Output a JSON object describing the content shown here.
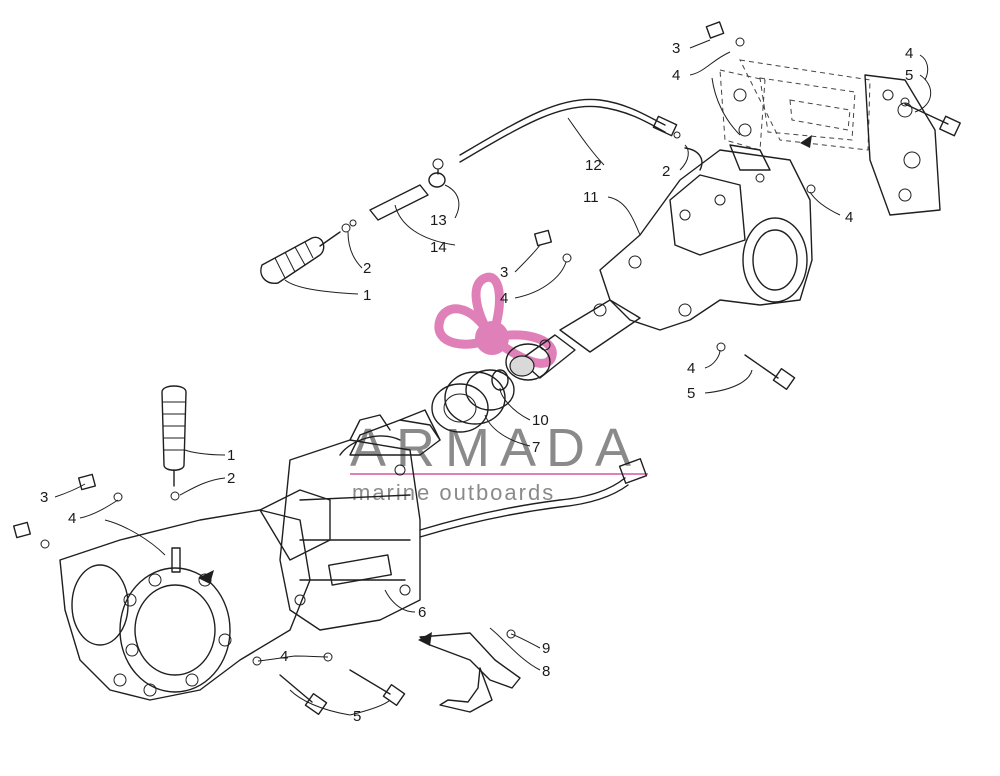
{
  "watermark": {
    "brand": "ARMADA",
    "tagline": "marine outboards",
    "brand_color": "#888888",
    "accent_color": "#e080b8"
  },
  "callouts": [
    {
      "label": "3"
    },
    {
      "label": "4"
    },
    {
      "label": "4"
    },
    {
      "label": "5"
    },
    {
      "label": "12"
    },
    {
      "label": "2"
    },
    {
      "label": "11"
    },
    {
      "label": "4"
    },
    {
      "label": "13"
    },
    {
      "label": "14"
    },
    {
      "label": "2"
    },
    {
      "label": "1"
    },
    {
      "label": "3"
    },
    {
      "label": "4"
    },
    {
      "label": "4"
    },
    {
      "label": "5"
    },
    {
      "label": "10"
    },
    {
      "label": "7"
    },
    {
      "label": "1"
    },
    {
      "label": "2"
    },
    {
      "label": "3"
    },
    {
      "label": "4"
    },
    {
      "label": "6"
    },
    {
      "label": "9"
    },
    {
      "label": "8"
    },
    {
      "label": "4"
    },
    {
      "label": "5"
    }
  ]
}
